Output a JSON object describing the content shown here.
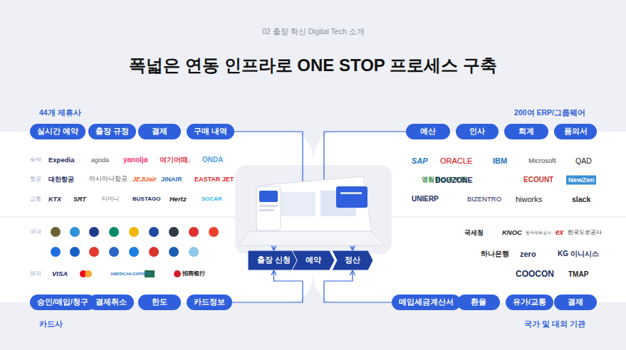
{
  "diagram": {
    "title": "폭넓은 연동 인프라로 ONE STOP 프로세스 구축",
    "nodes": [
      {
        "text": [
          "실시간 예약"
        ]
      },
      {
        "text": [
          "출장 규정"
        ]
      },
      {
        "text": [
          "결제"
        ]
      },
      {
        "text": [
          "구매 내역"
        ]
      },
      {
        "text": [
          "예산"
        ]
      },
      {
        "text": [
          "인사"
        ]
      },
      {
        "text": [
          "회계"
        ]
      },
      {
        "text": [
          "품의서"
        ]
      },
      {
        "text": [
          "출장 신청"
        ]
      },
      {
        "text": [
          "예약"
        ]
      },
      {
        "text": [
          "정산"
        ]
      },
      {
        "text": [
          "승인/매입/청구"
        ]
      },
      {
        "text": [
          "결제취소"
        ]
      },
      {
        "text": [
          "한도"
        ]
      },
      {
        "text": [
          "카드정보"
        ]
      },
      {
        "text": [
          "매입세금계산서"
        ]
      },
      {
        "text": [
          "환율"
        ]
      },
      {
        "text": [
          "유가/교통"
        ]
      },
      {
        "text": [
          "결제"
        ]
      }
    ],
    "edges": [
      {
        "from": 3,
        "to": 8,
        "arrow": "to"
      },
      {
        "from": 4,
        "to": 10,
        "arrow": "to"
      },
      {
        "from": 14,
        "to": 8,
        "arrow": "to"
      },
      {
        "from": 15,
        "to": 10,
        "arrow": "to"
      }
    ],
    "labels": [
      "02  출장 혁신 Digital Tech 소개",
      "44개 제휴사",
      "200여 ERP/그룹웨어",
      "숙박",
      "Expedia",
      "agoda",
      "yanolja",
      "여기어때.",
      "ONDA",
      "항공",
      "대한항공",
      "아시아나항공",
      "JEJUair",
      "JINAIR",
      "EASTAR JET",
      "교통",
      "KTX",
      "SRT",
      "티머니",
      "BUSTAGO",
      "Hertz",
      "SOCAR",
      "국내",
      "해외",
      "VISA",
      "AMERICAN EXPRESS",
      "招商银行",
      "SAP",
      "ORACLE",
      "IBM",
      "Microsoft",
      "QAD",
      "영림원소프트랩",
      "DOUZONE",
      "ECOUNT",
      "NewZen",
      "UNIERP",
      "BIZENTRO",
      "hiworks",
      "slack",
      "국세청",
      "KNOC",
      "한국석유공사",
      "ex",
      "한국도로공사",
      "하나은행",
      "zero",
      "KG 이니시스",
      "COOCON",
      "TMAP",
      "카드사",
      "국가 및 대외 기관"
    ]
  }
}
